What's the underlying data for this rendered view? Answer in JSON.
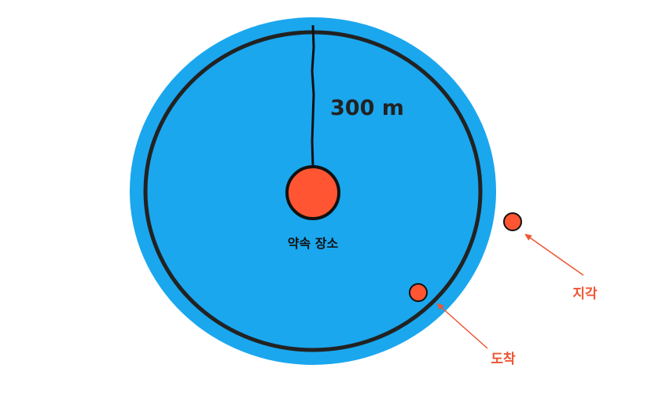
{
  "diagram": {
    "radius_label": "300 m",
    "center_label": "약속 장소",
    "arrived_label": "도착",
    "late_label": "지각"
  },
  "colors": {
    "zone_fill": "#1aa7ee",
    "ring_stroke": "#222222",
    "marker_fill": "#ff5533",
    "annotation": "#ee5533"
  }
}
